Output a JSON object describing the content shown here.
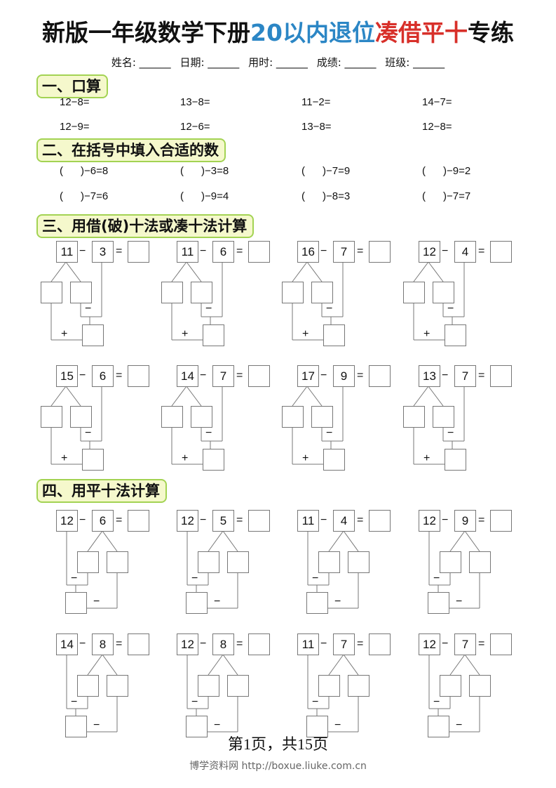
{
  "title": {
    "part1": "新版一年级数学下册",
    "part2": "20以内退位",
    "part3": "凑借平十",
    "part4": "专练",
    "colors": {
      "part1": "#111111",
      "part2": "#2b86c5",
      "part3": "#d8302a",
      "part4": "#111111"
    }
  },
  "info_fields": [
    "姓名: ______",
    "日期: ______",
    "用时: ______",
    "成绩: ______",
    "班级: ______"
  ],
  "section1": {
    "label": "一、口算",
    "rows": [
      [
        "12−8=",
        "13−8=",
        "11−2=",
        "14−7="
      ],
      [
        "12−9=",
        "12−6=",
        "13−8=",
        "12−8="
      ]
    ]
  },
  "section2": {
    "label": "二、在括号中填入合适的数",
    "rows": [
      [
        "(      )−6=8",
        "(      )−3=8",
        "(      )−7=9",
        "(      )−9=2"
      ],
      [
        "(      )−7=6",
        "(      )−9=4",
        "(      )−8=3",
        "(      )−7=7"
      ]
    ]
  },
  "section3": {
    "label": "三、用借(破)十法或凑十法计算",
    "problems": [
      [
        11,
        3
      ],
      [
        11,
        6
      ],
      [
        16,
        7
      ],
      [
        12,
        4
      ],
      [
        15,
        6
      ],
      [
        14,
        7
      ],
      [
        17,
        9
      ],
      [
        13,
        7
      ]
    ]
  },
  "section4": {
    "label": "四、用平十法计算",
    "problems": [
      [
        12,
        6
      ],
      [
        12,
        5
      ],
      [
        11,
        4
      ],
      [
        12,
        9
      ],
      [
        14,
        8
      ],
      [
        12,
        8
      ],
      [
        11,
        7
      ],
      [
        12,
        7
      ]
    ]
  },
  "symbols": {
    "minus": "−",
    "equals": "=",
    "plus": "+"
  },
  "footer": {
    "page": "第1页，共15页",
    "watermark": "博学资料网 http://boxue.liuke.com.cn"
  },
  "accent": {
    "section_bg": "#f5f8cc",
    "section_border": "#a3d353"
  }
}
